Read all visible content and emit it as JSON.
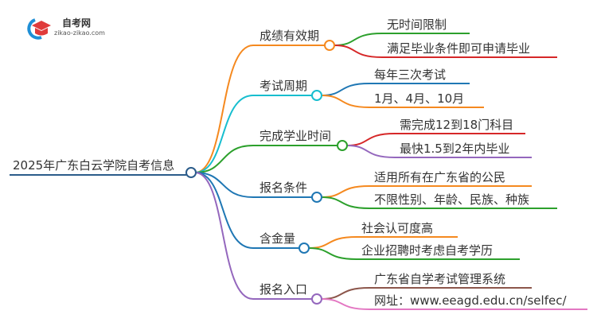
{
  "logo": {
    "title": "自考网",
    "subtitle": "zikao-zikao.com"
  },
  "root": {
    "label": "2025年广东白云学院自考信息",
    "color": "#2b5c8a"
  },
  "branches": [
    {
      "label": "成绩有效期",
      "color": "#f5891f",
      "children": [
        {
          "label": "无时间限制",
          "color": "#2ca02c"
        },
        {
          "label": "满足毕业条件即可申请毕业",
          "color": "#d62728"
        }
      ]
    },
    {
      "label": "考试周期",
      "color": "#17becf",
      "children": [
        {
          "label": "每年三次考试",
          "color": "#1f77b4"
        },
        {
          "label": "1月、4月、10月",
          "color": "#f5891f"
        }
      ]
    },
    {
      "label": "完成学业时间",
      "color": "#2ca02c",
      "children": [
        {
          "label": "需完成12到18门科目",
          "color": "#d62728"
        },
        {
          "label": "最快1.5到2年内毕业",
          "color": "#9467bd"
        }
      ]
    },
    {
      "label": "报名条件",
      "color": "#1f77b4",
      "children": [
        {
          "label": "适用所有在广东省的公民",
          "color": "#f5891f"
        },
        {
          "label": "不限性别、年龄、民族、种族",
          "color": "#2ca02c"
        }
      ]
    },
    {
      "label": "含金量",
      "color": "#1f77b4",
      "children": [
        {
          "label": "社会认可度高",
          "color": "#f5891f"
        },
        {
          "label": "企业招聘时考虑自考学历",
          "color": "#2ca02c"
        }
      ]
    },
    {
      "label": "报名入口",
      "color": "#9467bd",
      "children": [
        {
          "label": "广东省自学考试管理系统",
          "color": "#8c564b"
        },
        {
          "label": "网址：www.eeagd.edu.cn/selfec/",
          "color": "#e377c2"
        }
      ]
    }
  ]
}
